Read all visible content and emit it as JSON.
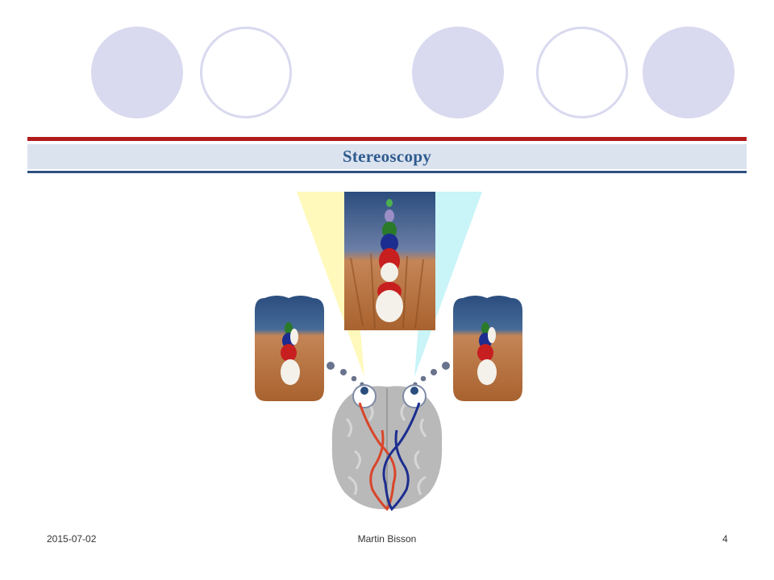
{
  "slide": {
    "title": "Stereoscopy",
    "footer": {
      "date": "2015-07-02",
      "author": "Martin Bisson",
      "page_number": "4"
    }
  },
  "decoration": {
    "circles": [
      "filled",
      "ring",
      "filled",
      "ring",
      "filled"
    ],
    "circle_color": "#d9d9ef"
  },
  "colors": {
    "accent_red": "#b01a1a",
    "title_band": "#dbe3ef",
    "title_text": "#2f5b8f",
    "accent_blue": "#2b4f7f"
  },
  "illustration": {
    "icons": [
      "brain-icon",
      "left-eye-icon",
      "right-eye-icon",
      "bowling-pins-icon"
    ]
  }
}
